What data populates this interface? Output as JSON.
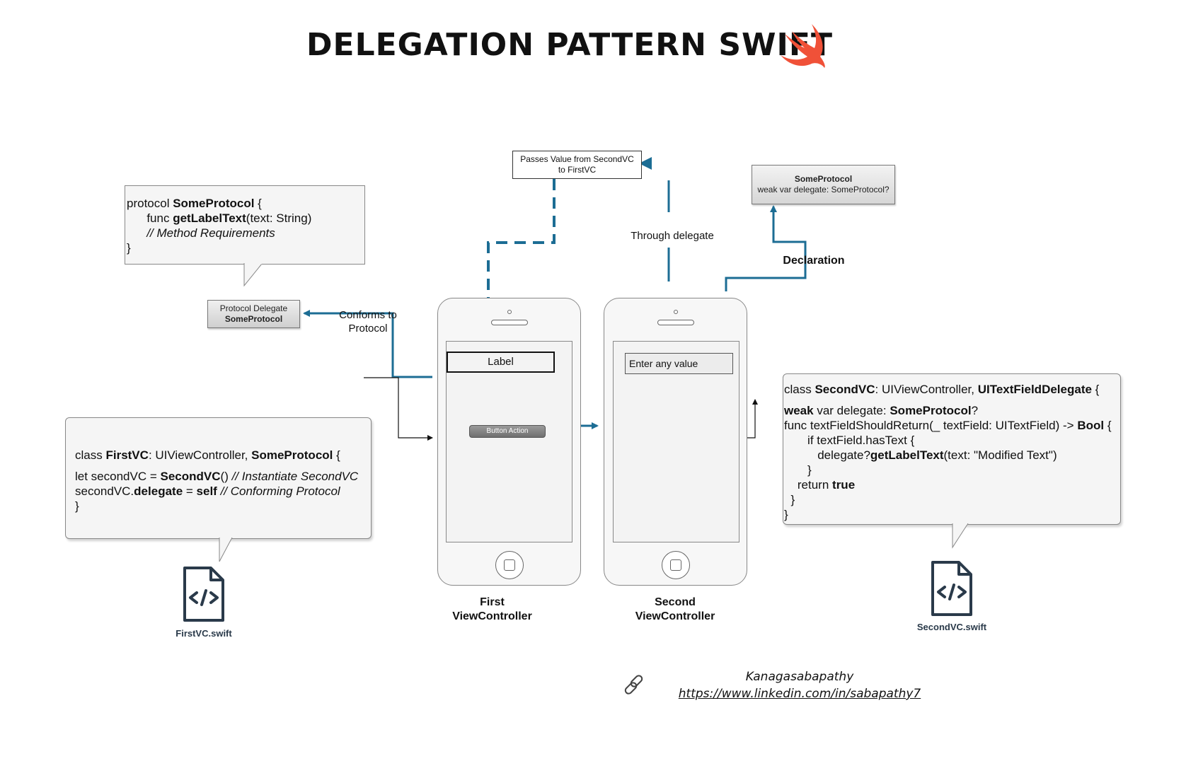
{
  "title": "DELEGATION PATTERN SWIFT",
  "colors": {
    "accent": "#1c6d94",
    "swift_logo": "#f05138",
    "bubble_bg": "#f5f5f5"
  },
  "protocol_bubble": {
    "lines": [
      [
        "protocol ",
        "SomeProtocol",
        " {"
      ],
      [
        "      func ",
        "getLabelText",
        "(text: String)"
      ],
      [
        "      // Method Requirements"
      ],
      [
        "}"
      ]
    ]
  },
  "protocol_delegate_box": {
    "line1": "Protocol Delegate",
    "line2": "SomeProtocol"
  },
  "conforms_label": {
    "line1": "Conforms to",
    "line2": "Protocol"
  },
  "passes_value_box": {
    "line1": "Passes Value from SecondVC",
    "line2": "to FirstVC"
  },
  "through_delegate_label": "Through delegate",
  "someprotocol_box": {
    "line1": "SomeProtocol",
    "line2": "weak var delegate: SomeProtocol?"
  },
  "declaration_label": "Declaration",
  "first_phone": {
    "label_text": "Label",
    "button_text": "Button Action",
    "caption1": "First",
    "caption2": "ViewController"
  },
  "second_phone": {
    "field_text": "Enter any value",
    "caption1": "Second",
    "caption2": "ViewController"
  },
  "firstvc_bubble": {
    "line1": [
      "class ",
      "FirstVC",
      ": UIViewController, ",
      "SomeProtocol",
      " {"
    ],
    "line2": [
      "let secondVC = ",
      "SecondVC",
      "() ",
      "// Instantiate SecondVC"
    ],
    "line3": [
      "secondVC.",
      "delegate",
      " = ",
      "self",
      " ",
      "// Conforming Protocol"
    ],
    "line4": "}"
  },
  "secondvc_bubble": {
    "line1": [
      "class ",
      "SecondVC",
      ": UIViewController, ",
      "UITextFieldDelegate",
      " {"
    ],
    "line2": [
      "weak",
      " var delegate: ",
      "SomeProtocol",
      "?"
    ],
    "line3": [
      "func textFieldShouldReturn(_ textField: UITextField) -> ",
      "Bool",
      " {"
    ],
    "line4": "       if textField.hasText {",
    "line5": [
      "          delegate?",
      "getLabelText",
      "(text: \"Modified Text\")"
    ],
    "line6": "       }",
    "line7": [
      "    return ",
      "true"
    ],
    "line8": "  }",
    "line9": "}"
  },
  "file_left": "FirstVC.swift",
  "file_right": "SecondVC.swift",
  "author": {
    "name": "Kanagasabapathy",
    "url": "https://www.linkedin.com/in/sabapathy7"
  }
}
